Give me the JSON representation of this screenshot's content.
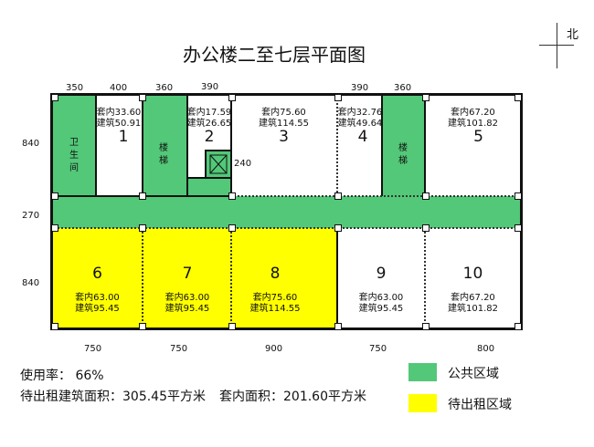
{
  "title": "办公楼二至七层平面图",
  "compass": {
    "north": "北"
  },
  "dims": {
    "top": [
      "350",
      "400",
      "360",
      "390",
      "390",
      "360"
    ],
    "left": [
      "840",
      "270",
      "840"
    ],
    "bottom": [
      "750",
      "750",
      "900",
      "750",
      "800"
    ],
    "elevator": "240"
  },
  "rooms": [
    {
      "num": "1",
      "inner": "套内33.60",
      "gross": "建筑50.91"
    },
    {
      "num": "2",
      "inner": "套内17.59",
      "gross": "建筑26.65"
    },
    {
      "num": "3",
      "inner": "套内75.60",
      "gross": "建筑114.55"
    },
    {
      "num": "4",
      "inner": "套内32.76",
      "gross": "建筑49.64"
    },
    {
      "num": "5",
      "inner": "套内67.20",
      "gross": "建筑101.82"
    },
    {
      "num": "6",
      "inner": "套内63.00",
      "gross": "建筑95.45"
    },
    {
      "num": "7",
      "inner": "套内63.00",
      "gross": "建筑95.45"
    },
    {
      "num": "8",
      "inner": "套内75.60",
      "gross": "建筑114.55"
    },
    {
      "num": "9",
      "inner": "套内63.00",
      "gross": "建筑95.45"
    },
    {
      "num": "10",
      "inner": "套内67.20",
      "gross": "建筑101.82"
    }
  ],
  "areas": {
    "toilet": "卫生间",
    "stair1": "楼梯",
    "stair2": "楼梯"
  },
  "stats": {
    "usage": "使用率： 66%",
    "rent_area": "待出租建筑面积：305.45平方米",
    "inner_area": "套内面积：201.60平方米"
  },
  "legend": [
    {
      "label": "公共区域",
      "color": "#52c878"
    },
    {
      "label": "待出租区域",
      "color": "#ffff00"
    }
  ]
}
